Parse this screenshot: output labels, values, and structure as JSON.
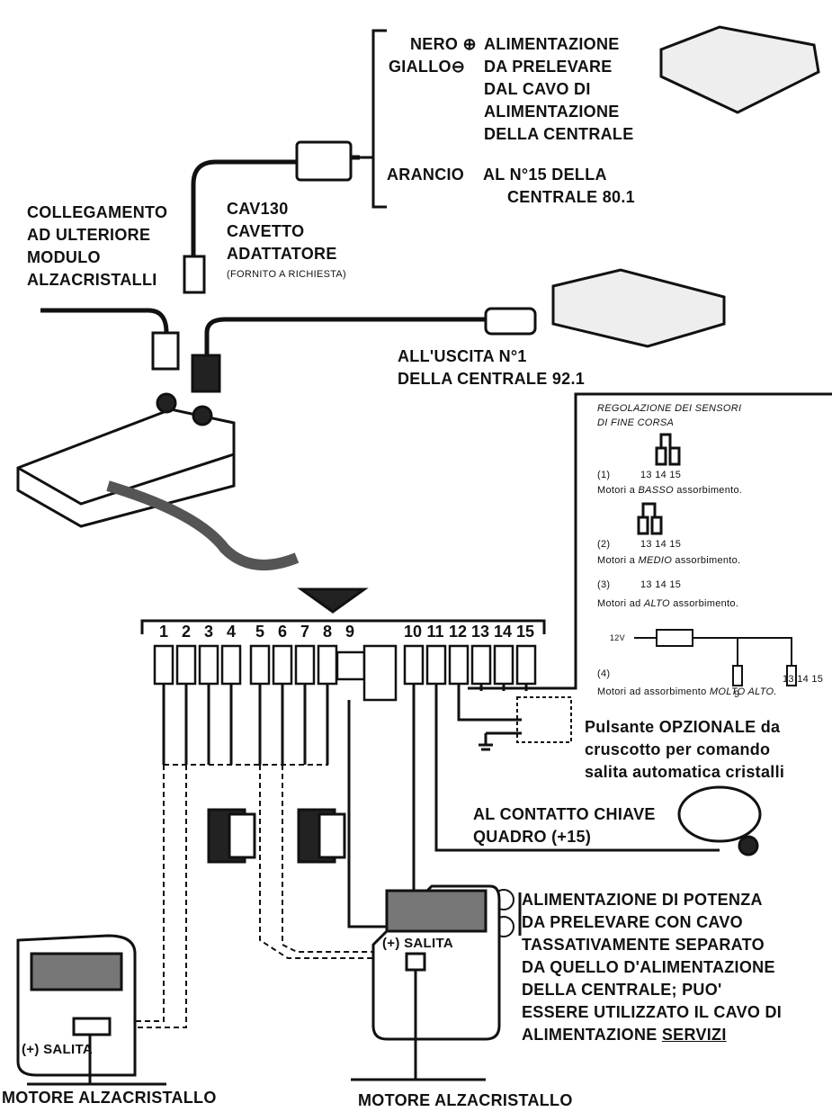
{
  "power_labels": {
    "nero": "NERO ⊕",
    "giallo": "GIALLO⊖",
    "lines": [
      "ALIMENTAZIONE",
      "DA PRELEVARE",
      "DAL CAVO DI",
      "ALIMENTAZIONE",
      "DELLA CENTRALE"
    ],
    "arancio": "ARANCIO",
    "arancio_lines": [
      "AL N°15 DELLA",
      "CENTRALE 80.1"
    ]
  },
  "collegamento": [
    "COLLEGAMENTO",
    "AD ULTERIORE",
    "MODULO",
    "ALZACRISTALLI"
  ],
  "cavetto": [
    "CAV130",
    "CAVETTO",
    "ADATTATORE"
  ],
  "cavetto_note": "(FORNITO A RICHIESTA)",
  "uscita": [
    "ALL'USCITA N°1",
    "DELLA CENTRALE 92.1"
  ],
  "regolazione": {
    "title": [
      "REGOLAZIONE DEI SENSORI",
      "DI FINE CORSA"
    ],
    "pins": "13 14 15",
    "items": [
      {
        "n": "(1)",
        "text_pre": "Motori a ",
        "em": "BASSO",
        "text_post": " assorbimento."
      },
      {
        "n": "(2)",
        "text_pre": "Motori a ",
        "em": "MEDIO",
        "text_post": " assorbimento."
      },
      {
        "n": "(3)",
        "text_pre": "Motori ad ",
        "em": "ALTO",
        "text_post": " assorbimento."
      },
      {
        "n": "(4)",
        "text_pre": "Motori ad assorbimento ",
        "em": "MOLTO ALTO.",
        "text_post": ""
      }
    ],
    "v12": "12V",
    "pin9": "9",
    "pins_b": "13 14 15"
  },
  "terminals": [
    "1",
    "2",
    "3",
    "4",
    "5",
    "6",
    "7",
    "8",
    "9",
    "10",
    "11",
    "12",
    "13",
    "14",
    "15"
  ],
  "pulsante": [
    "Pulsante OPZIONALE da",
    "cruscotto per comando",
    "salita automatica cristalli"
  ],
  "contatto": [
    "AL CONTATTO CHIAVE",
    "QUADRO (+15)"
  ],
  "potenza": [
    "ALIMENTAZIONE DI  POTENZA",
    "DA  PRELEVARE  CON  CAVO",
    "TASSATIVAMENTE  SEPARATO",
    "DA QUELLO D'ALIMENTAZIONE",
    "DELLA CENTRALE; PUO'",
    "ESSERE UTILIZZATO IL CAVO DI",
    "ALIMENTAZIONE "
  ],
  "servizi": "SERVIZI",
  "salita": "(+) SALITA",
  "motore": "MOTORE ALZACRISTALLO"
}
